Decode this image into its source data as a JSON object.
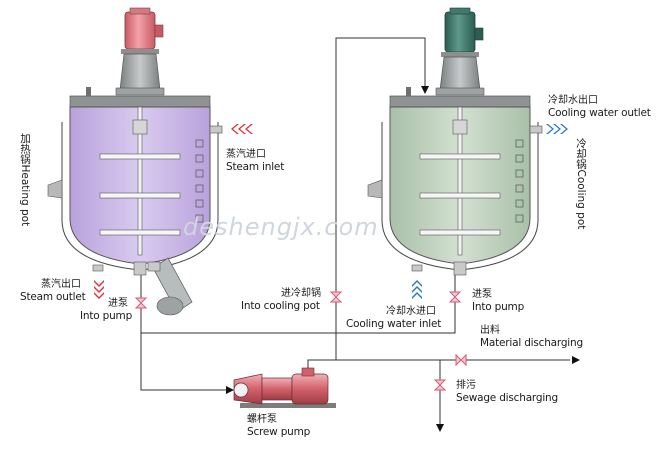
{
  "watermark": "deshengjx.com",
  "heating_pot": {
    "title_cn": "加热锅",
    "title_en": "Heating pot",
    "steam_inlet_cn": "蒸汽进口",
    "steam_inlet_en": "Steam inlet",
    "steam_outlet_cn": "蒸汽出口",
    "steam_outlet_en": "Steam outlet",
    "into_pump_cn": "进泵",
    "into_pump_en": "Into pump"
  },
  "cooling_pot": {
    "title_cn": "冷却锅",
    "title_en": "Cooling pot",
    "water_outlet_cn": "冷却水出口",
    "water_outlet_en": "Cooling water outlet",
    "water_inlet_cn": "冷却水进口",
    "water_inlet_en": "Cooling water inlet",
    "into_pump_cn": "进泵",
    "into_pump_en": "Into pump",
    "into_cooling_pot_cn": "进冷却锅",
    "into_cooling_pot_en": "Into cooling pot"
  },
  "outputs": {
    "material_cn": "出料",
    "material_en": "Material discharging",
    "sewage_cn": "排污",
    "sewage_en": "Sewage discharging"
  },
  "pump": {
    "cn": "螺杆泵",
    "en": "Screw pump"
  },
  "colors": {
    "heating_body": "#cbb8e6",
    "cooling_body": "#c2d3c0",
    "motor_red": "#e98088",
    "motor_green": "#3f7a6c",
    "steam_arrow": "#e0323c",
    "water_arrow": "#2a78c8",
    "valve": "#d65b7a"
  }
}
